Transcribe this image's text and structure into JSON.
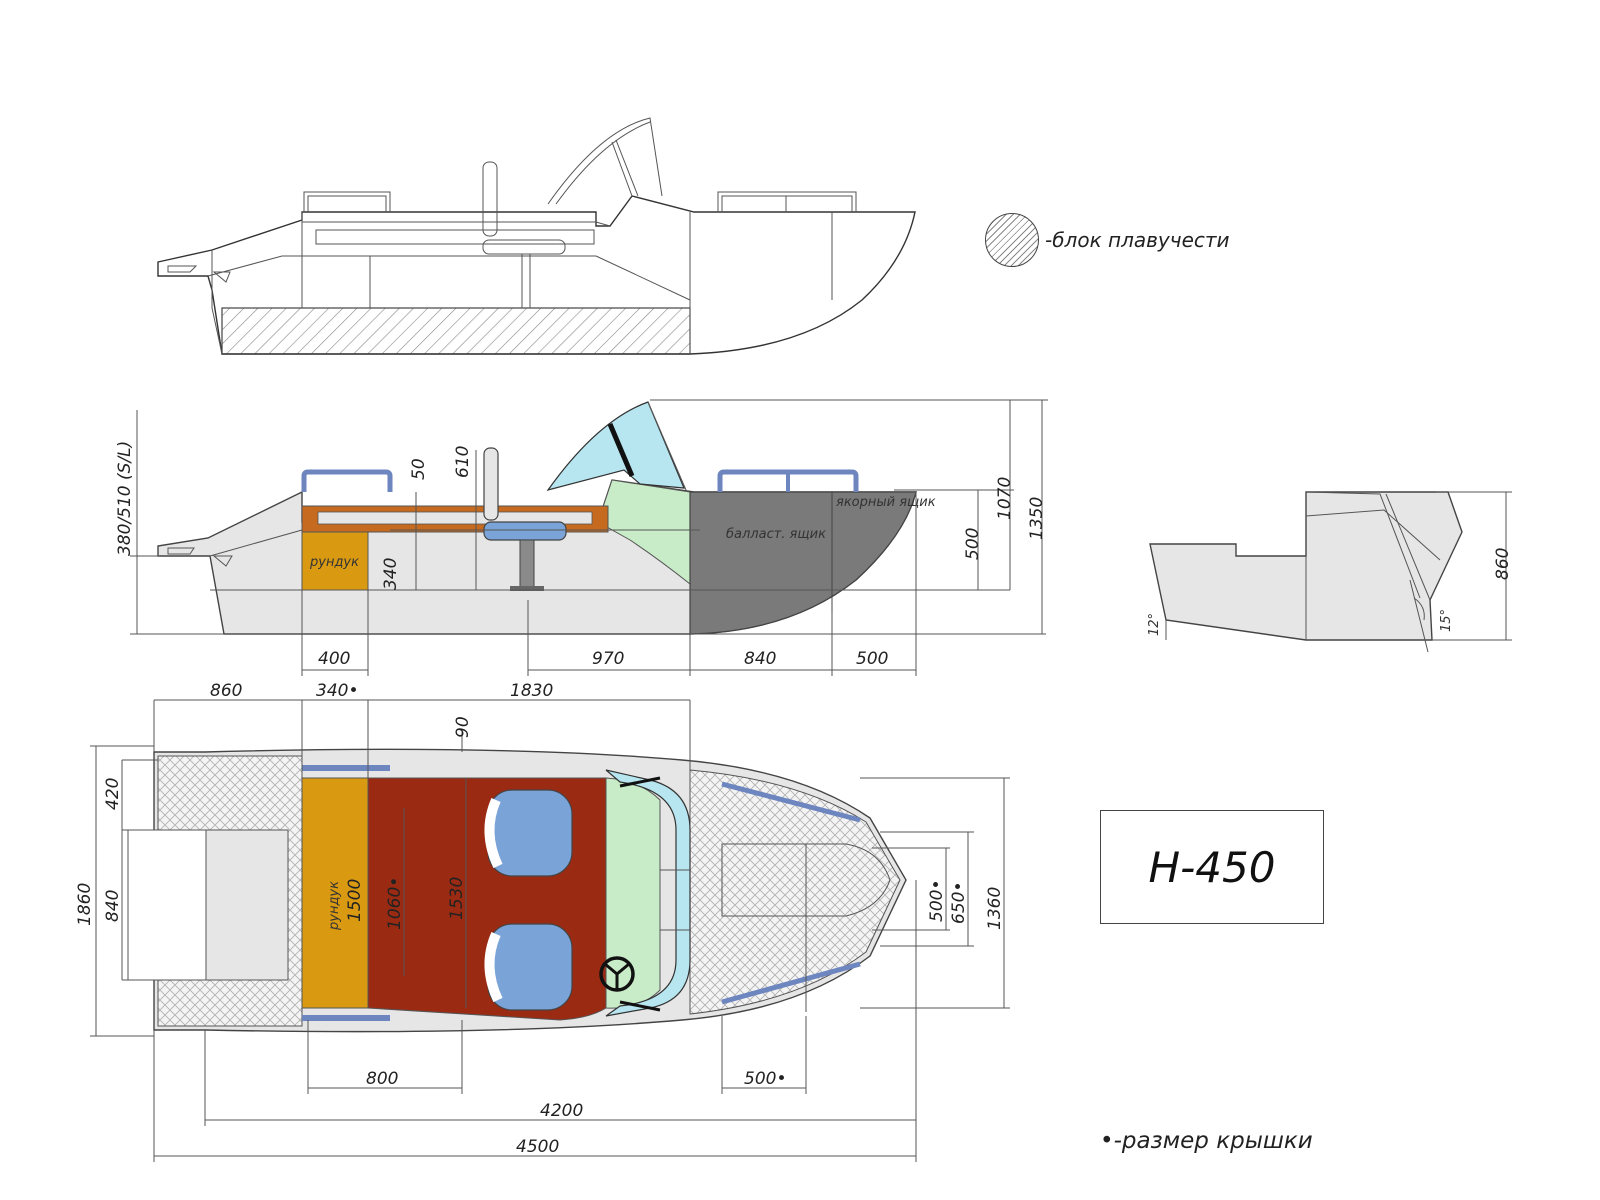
{
  "legend": {
    "text": "-блок плавучести"
  },
  "model": {
    "name": "H-450"
  },
  "footnote": {
    "text": "•-размер крышки"
  },
  "side_view": {
    "dims": {
      "h_380_510": "380/510 (S/L)",
      "h_50": "50",
      "h_610": "610",
      "h_340": "340",
      "h_500": "500",
      "h_1070": "1070",
      "h_1350": "1350",
      "w_400": "400",
      "w_970": "970",
      "w_840": "840",
      "w_500": "500"
    },
    "labels": {
      "rundum": "рундук",
      "ballast_tank": "балласт. ящик",
      "anchor_box": "якорный ящик"
    }
  },
  "transom_view": {
    "dims": {
      "h_860": "860",
      "angle_12": "12°",
      "angle_15": "15°"
    }
  },
  "plan_view": {
    "dims": {
      "w_860": "860",
      "w_340": "340•",
      "w_1830": "1830",
      "h_90": "90",
      "h_420": "420",
      "h_840": "840",
      "h_1860": "1860",
      "h_1060": "1060•",
      "h_1530": "1530",
      "h_1500": "1500",
      "rundum": "рундук",
      "h_500": "500•",
      "h_650": "650•",
      "h_1360": "1360",
      "w_800": "800",
      "w_500": "500•",
      "w_4200": "4200",
      "w_4500": "4500"
    }
  },
  "colors": {
    "hull": "#e6e6e6",
    "cockpit_floor": "#9b2a12",
    "locker": "#d99a12",
    "seat": "#7aa3d8",
    "windscreen": "#b8e6f0",
    "console": "#c8ecc8",
    "tank": "#7a7a7a",
    "bench": "#c56a1e",
    "rail": "#6d86bf"
  }
}
